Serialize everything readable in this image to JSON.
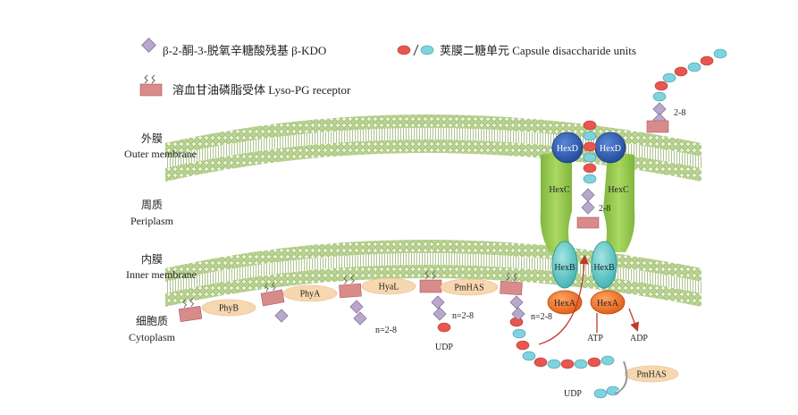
{
  "legend": {
    "kdo": "β-2-酮-3-脱氧辛糖酸残基 β-KDO",
    "capsule": "荚膜二糖单元 Capsule disaccharide units",
    "lyso": "溶血甘油磷脂受体 Lyso-PG receptor"
  },
  "regions": {
    "outer_cn": "外膜",
    "outer_en": "Outer membrane",
    "peri_cn": "周质",
    "peri_en": "Periplasm",
    "inner_cn": "内膜",
    "inner_en": "Inner membrane",
    "cyto_cn": "细胞质",
    "cyto_en": "Cytoplasm"
  },
  "proteins": {
    "hexd": "HexD",
    "hexc": "HexC",
    "hexb": "HexB",
    "hexa": "HexA",
    "phyb": "PhyB",
    "phya": "PhyA",
    "hyal": "HyaL",
    "pmhas": "PmHAS"
  },
  "annotations": {
    "n28a": "n=2-8",
    "n28b": "n=2-8",
    "n28c": "n=2-8",
    "udp": "UDP",
    "udp2": "UDP",
    "atp": "ATP",
    "adp": "ADP",
    "two8a": "2-8",
    "two8b": "2-8"
  },
  "colors": {
    "membrane": "#a9c77a",
    "lipid_head": "#c6dba0",
    "receptor": "#d98a8a",
    "kdo": "#b9a8cc",
    "capsule_red": "#e8564f",
    "capsule_cyan": "#7fd3df",
    "protein_oval": "#f7d7b0",
    "hexd": "#2f5fb5",
    "hexc": "#8cc63f",
    "hexb": "#67c9c8",
    "hexa": "#f07a2a",
    "arrow": "#c0392b"
  }
}
